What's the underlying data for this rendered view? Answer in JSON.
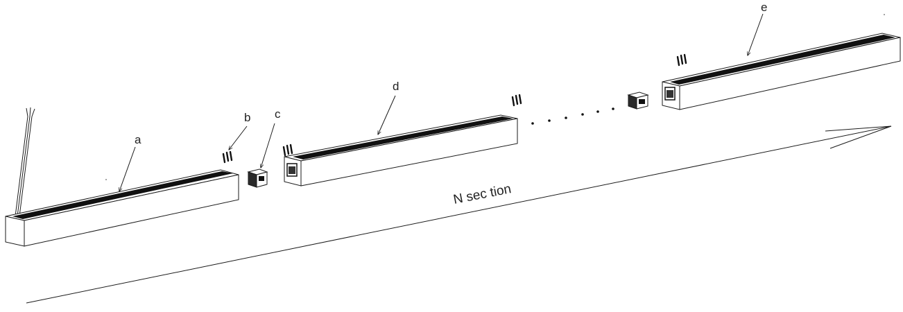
{
  "labels": {
    "a": "a",
    "b": "b",
    "c": "c",
    "d": "d",
    "e": "e"
  },
  "arrow_label": "N sec tion",
  "colors": {
    "line": "#1a1a1a",
    "fill": "#ffffff",
    "dark": "#111111"
  }
}
